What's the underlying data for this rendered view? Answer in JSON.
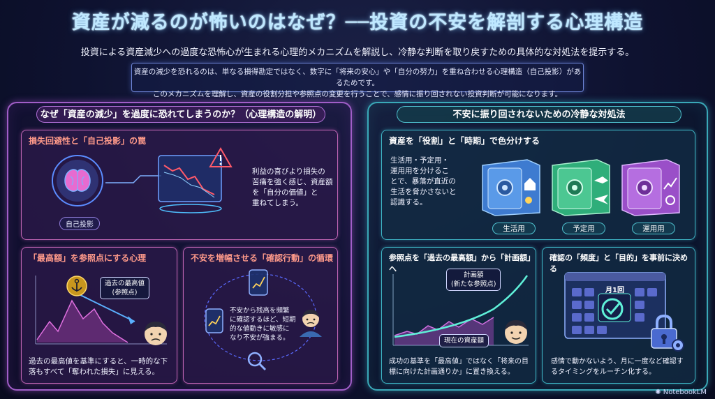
{
  "header": {
    "title": "資産が減るのが怖いのはなぜ？──投資の不安を解剖する心理構造",
    "subtitle": "投資による資産減少への過度な恐怖心が生まれる心理的メカニズムを解説し、冷静な判断を取り戻すための具体的な対処法を提示する。",
    "summary_line1": "資産の減少を恐れるのは、単なる損得勘定ではなく、数字に「将来の安心」や「自分の努力」を重ね合わせる心理構造（自己投影）があるためです。",
    "summary_line2": "このメカニズムを理解し、資産の役割分担や参照点の変更を行うことで、感情に振り回されない投資判断が可能になります。"
  },
  "left_panel": {
    "heading": "なぜ「資産の減少」を過度に恐れてしまうのか？（心理構造の解明）",
    "card1": {
      "title": "損失回避性と「自己投影」の罠",
      "text_lines": [
        "利益の喜びより損失の",
        "苦痛を強く感じ、資産額",
        "を「自分の価値」と",
        "重ねてしまう。"
      ],
      "tag": "自己投影"
    },
    "card2": {
      "title": "「最高額」を参照点にする心理",
      "callout_lines": [
        "過去の最高値",
        "(参照点)"
      ],
      "text_lines": [
        "過去の最高値を基準にすると、一時的な下",
        "落もすべて「奪われた損失」に見える。"
      ]
    },
    "card3": {
      "title": "不安を増幅させる「確認行動」の循環",
      "text_lines": [
        "不安から残高を頻繁",
        "に確認するほど、短期",
        "的な値動きに敏感に",
        "なり不安が強まる。"
      ]
    }
  },
  "right_panel": {
    "heading": "不安に振り回されないための冷静な対処法",
    "card1": {
      "title": "資産を「役割」と「時期」で色分けする",
      "text_lines": [
        "生活用・予定用・",
        "運用用を分けるこ",
        "とで、暴落が直近の",
        "生活を脅かさないと",
        "認識する。"
      ],
      "safes": [
        "生活用",
        "予定用",
        "運用用"
      ]
    },
    "card2": {
      "title": "参照点を「過去の最高額」から「計画額」へ",
      "callout_plan_lines": [
        "計画額",
        "(新たな参照点)"
      ],
      "callout_now": "現在の資産額",
      "text_lines": [
        "成功の基準を「最高値」ではなく「将来の目",
        "標に向けた計画通りか」に置き換える。"
      ]
    },
    "card3": {
      "title": "確認の「頻度」と「目的」を事前に決める",
      "calendar_label": "月1回",
      "text_lines": [
        "感情で動かないよう、月に一度など確認す",
        "るタイミングをルーチン化する。"
      ]
    }
  },
  "brand": "NotebookLM",
  "colors": {
    "left_accent": "#a15ec8",
    "right_accent": "#3aa9b8",
    "title_glow": "#bfe8ff",
    "card_title_red": "#ff9a8a"
  }
}
